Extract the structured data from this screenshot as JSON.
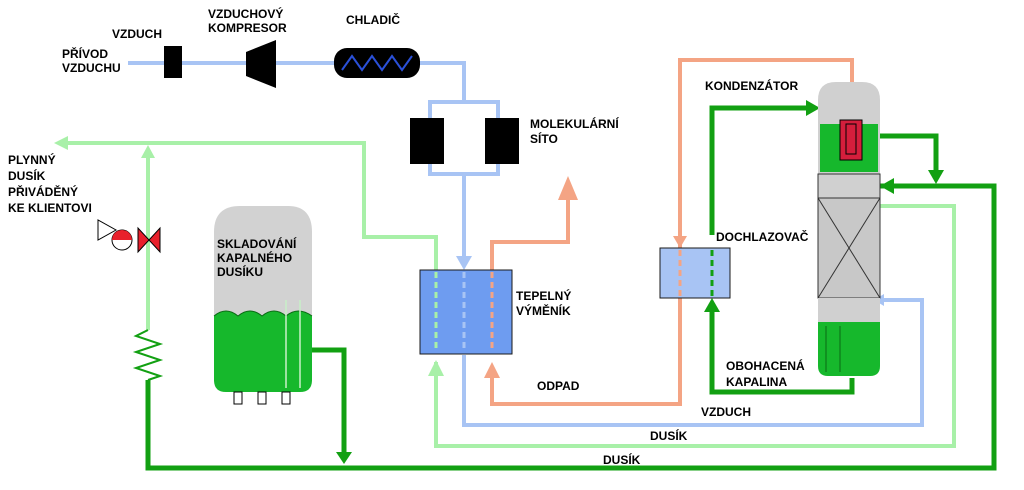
{
  "labels": {
    "air_in_1": "PŘÍVOD",
    "air_in_2": "VZDUCHU",
    "air": "VZDUCH",
    "compressor_1": "VZDUCHOVÝ",
    "compressor_2": "KOMPRESOR",
    "cooler": "CHLADIČ",
    "sieve_1": "MOLEKULÁRNÍ",
    "sieve_2": "SÍTO",
    "gas_1": "PLYNNÝ",
    "gas_2": "DUSÍK",
    "gas_3": "PŘIVÁDĚNÝ",
    "gas_4": "KE KLIENTOVI",
    "storage_1": "SKLADOVÁNÍ",
    "storage_2": "KAPALNÉHO",
    "storage_3": "DUSÍKU",
    "hx_1": "TEPELNÝ",
    "hx_2": "VÝMĚNÍK",
    "condenser": "KONDENZÁTOR",
    "subcooler": "DOCHLAZOVAČ",
    "waste": "ODPAD",
    "enriched_1": "OBOHACENÁ",
    "enriched_2": "KAPALINA",
    "air_return": "VZDUCH",
    "nitrogen_1": "DUSÍK",
    "nitrogen_2": "DUSÍK"
  },
  "colors": {
    "air": "#a8c4f4",
    "nitrogen_light": "#a8f0a8",
    "nitrogen_dark": "#12a012",
    "waste": "#f4a484",
    "tank_green": "#16b82c",
    "equipment_blue": "#6e9cf0",
    "grey": "#d2d2d2"
  }
}
